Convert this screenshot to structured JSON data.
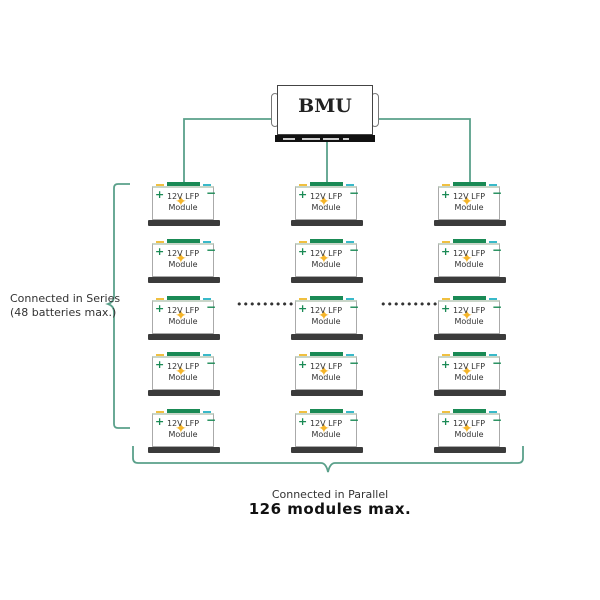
{
  "bmu": {
    "label": "BMU"
  },
  "module": {
    "line1": "12V LFP",
    "line2": "Module",
    "plus": "+",
    "minus": "−"
  },
  "grid": {
    "columns": 3,
    "rows": 5
  },
  "ellipsis": "•••••••••",
  "series": {
    "line1": "Connected in Series",
    "line2": "(48 batteries max.)"
  },
  "parallel": {
    "line1": "Connected in Parallel",
    "line2": "126 modules max."
  },
  "colors": {
    "wire": "#5aa08a",
    "cap": "#1a8a55",
    "bolt": "#f5b52a",
    "base": "#3b3b3b"
  }
}
